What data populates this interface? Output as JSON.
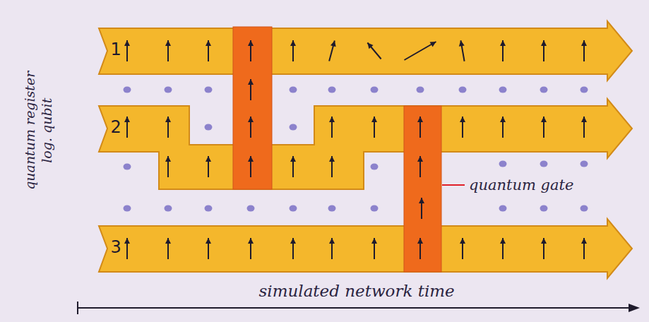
{
  "diagram": {
    "labels": [
      "quantum register log. qubit",
      "1",
      "2",
      "3",
      "quantum gate",
      "simulated network time"
    ]
  }
}
